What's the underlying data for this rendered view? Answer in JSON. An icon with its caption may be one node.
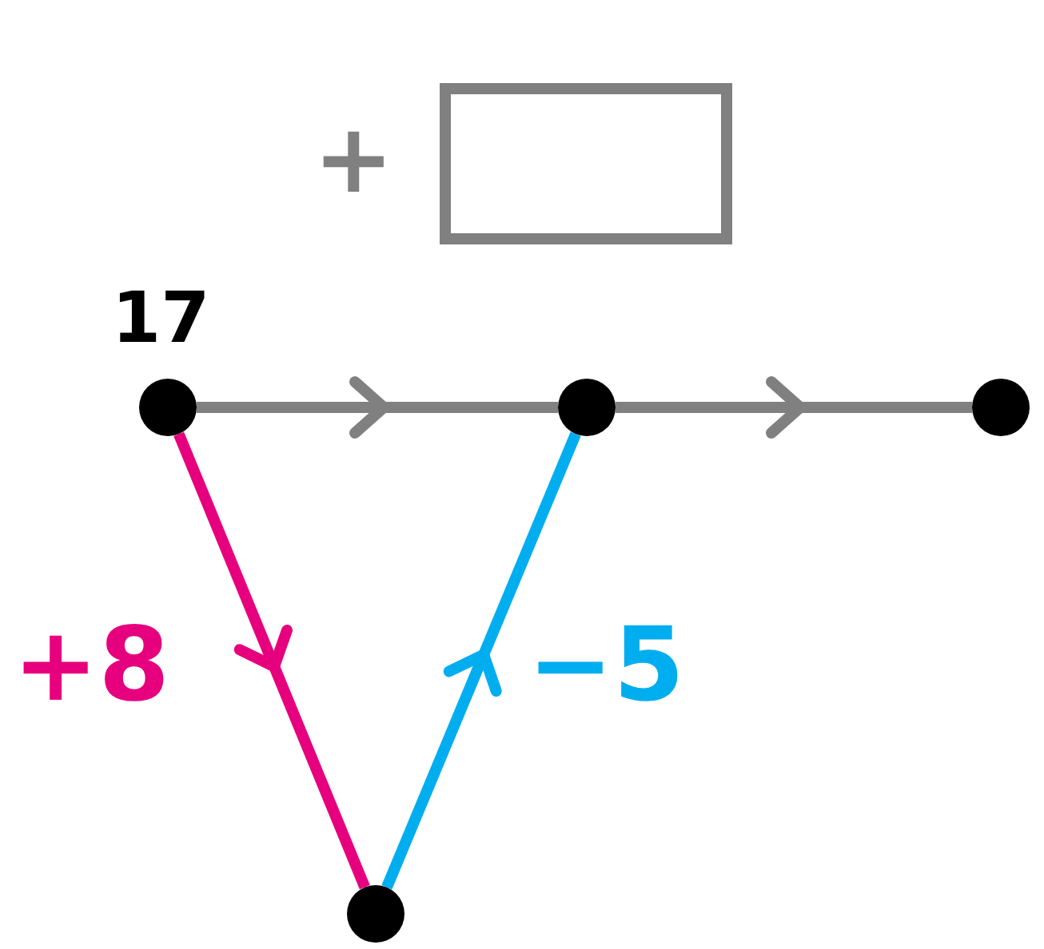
{
  "diagram": {
    "nodes": [
      {
        "text": [],
        "shape": "box",
        "beside": [
          "+"
        ]
      },
      {
        "text": [],
        "shape": "circle",
        "beside": [
          "17"
        ]
      },
      {
        "text": [],
        "shape": "circle"
      },
      {
        "text": [],
        "shape": "circle"
      },
      {
        "text": [],
        "shape": "circle"
      }
    ],
    "edges": [
      {
        "from": 1,
        "to": 2,
        "arrow": "to"
      },
      {
        "from": 2,
        "to": 3,
        "arrow": "to"
      },
      {
        "from": 1,
        "to": 4,
        "arrow": "to",
        "label": "+8",
        "color": "#e6007e"
      },
      {
        "from": 4,
        "to": 2,
        "arrow": "to",
        "label": "−5",
        "color": "#00aeef"
      }
    ]
  }
}
